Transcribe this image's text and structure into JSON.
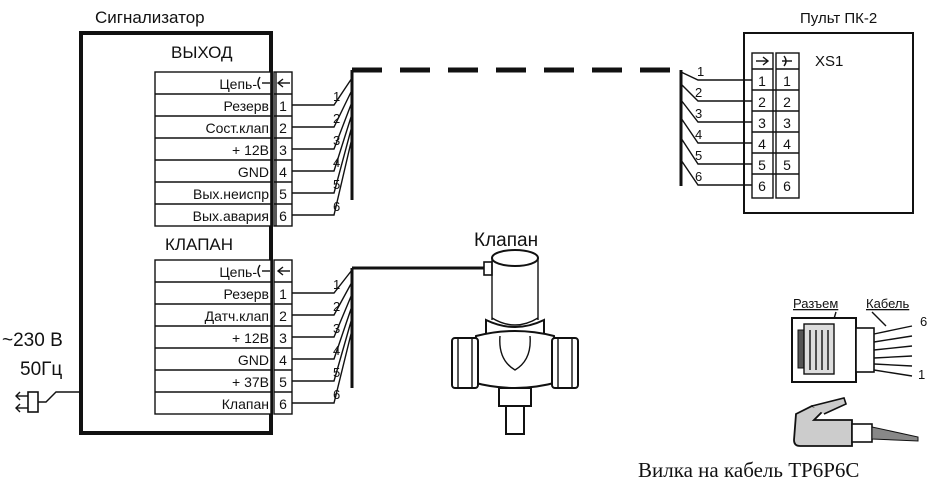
{
  "signalizer": {
    "title": "Сигнализатор",
    "output_block": {
      "title": "ВЫХОД",
      "rows": [
        {
          "label": "Цепь-",
          "pin": ""
        },
        {
          "label": "Резерв",
          "pin": "1"
        },
        {
          "label": "Сост.клап",
          "pin": "2"
        },
        {
          "label": "+ 12В",
          "pin": "3"
        },
        {
          "label": "GND",
          "pin": "4"
        },
        {
          "label": "Вых.неиспр",
          "pin": "5"
        },
        {
          "label": "Вых.авария",
          "pin": "6"
        }
      ],
      "wires": [
        "1",
        "2",
        "3",
        "4",
        "5",
        "6"
      ]
    },
    "valve_block": {
      "title": "КЛАПАН",
      "rows": [
        {
          "label": "Цепь-",
          "pin": ""
        },
        {
          "label": "Резерв",
          "pin": "1"
        },
        {
          "label": "Датч.клап",
          "pin": "2"
        },
        {
          "label": "+ 12В",
          "pin": "3"
        },
        {
          "label": "GND",
          "pin": "4"
        },
        {
          "label": "+ 37В",
          "pin": "5"
        },
        {
          "label": "Клапан",
          "pin": "6"
        }
      ],
      "wires": [
        "1",
        "2",
        "3",
        "4",
        "5",
        "6"
      ]
    },
    "power": {
      "voltage": "~230 В",
      "frequency": "50Гц"
    }
  },
  "panel": {
    "title": "Пульт ПК-2",
    "connector": "XS1",
    "pins_left": [
      "1",
      "2",
      "3",
      "4",
      "5",
      "6"
    ],
    "pins_right": [
      "1",
      "2",
      "3",
      "4",
      "5",
      "6"
    ],
    "wires": [
      "1",
      "2",
      "3",
      "4",
      "5",
      "6"
    ]
  },
  "valve": {
    "title": "Клапан"
  },
  "plug": {
    "label_socket": "Разъем",
    "label_cable": "Кабель",
    "pin_top": "6",
    "pin_bottom": "1",
    "caption": "Вилка на кабель TP6P6C"
  }
}
